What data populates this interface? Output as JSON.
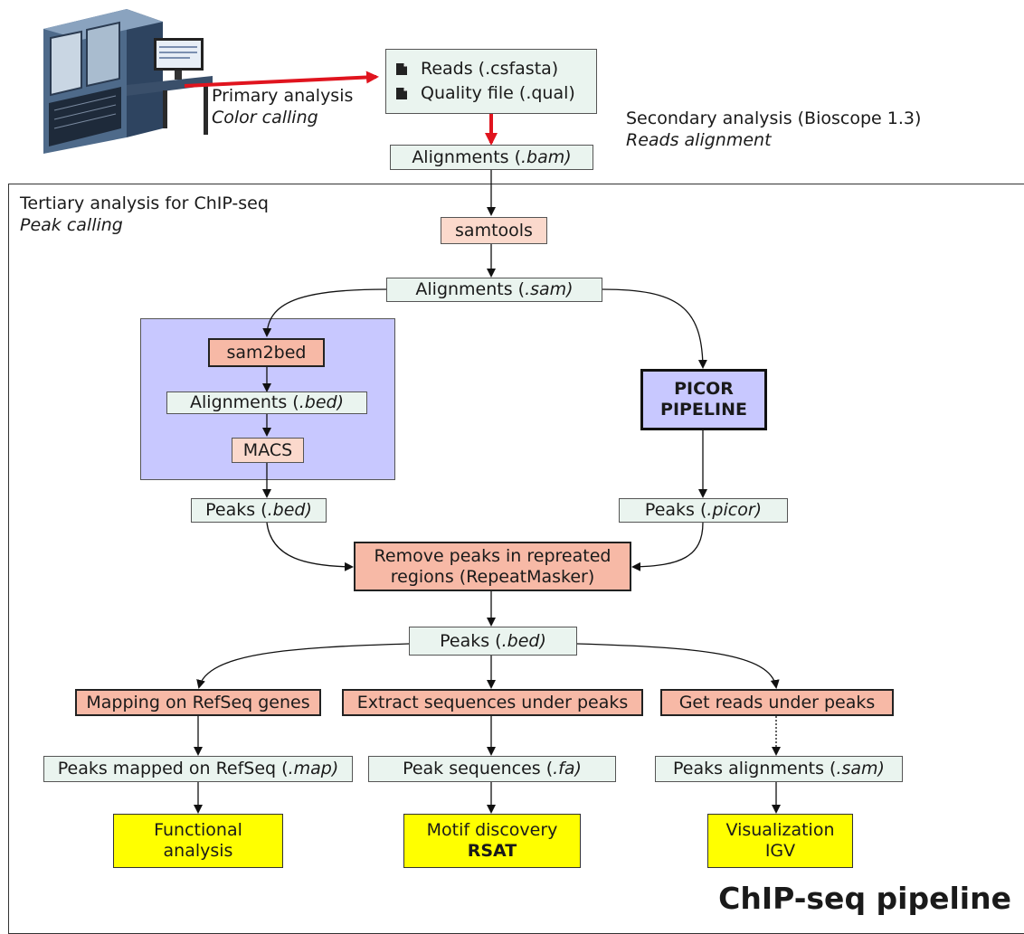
{
  "diagram": {
    "primary": {
      "title": "Primary analysis",
      "sub": "Color calling"
    },
    "reads_box": {
      "line1": "Reads (.csfasta)",
      "line2": "Quality file (.qual)"
    },
    "secondary": {
      "title": "Secondary analysis (Bioscope 1.3)",
      "sub": "Reads alignment"
    },
    "align_bam": {
      "text": "Alignments (",
      "ext": ".bam)"
    },
    "tertiary": {
      "title": "Tertiary analysis for ChIP-seq",
      "sub": "Peak calling"
    },
    "samtools": "samtools",
    "align_sam": {
      "text": "Alignments (",
      "ext": ".sam)"
    },
    "sam2bed": "sam2bed",
    "align_bed": {
      "text": "Alignments (",
      "ext": ".bed)"
    },
    "macs": "MACS",
    "picor": {
      "line1": "PICOR",
      "line2": "PIPELINE"
    },
    "peaks_bed_left": {
      "text": "Peaks (",
      "ext": ".bed)"
    },
    "peaks_picor": {
      "text": "Peaks (",
      "ext": ".picor)"
    },
    "remove": {
      "line1": "Remove peaks in repreated",
      "line2": "regions (RepeatMasker)"
    },
    "peaks_bed_mid": {
      "text": "Peaks (",
      "ext": ".bed)"
    },
    "mapping": "Mapping on RefSeq genes",
    "extract": "Extract sequences under peaks",
    "getreads": "Get reads under peaks",
    "peaks_map": {
      "text": "Peaks mapped on RefSeq (",
      "ext": ".map)"
    },
    "peak_seq": {
      "text": "Peak sequences (",
      "ext": ".fa)"
    },
    "peaks_align": {
      "text": "Peaks alignments (",
      "ext": ".sam)"
    },
    "functional": {
      "line1": "Functional",
      "line2": "analysis"
    },
    "motif": {
      "line1": "Motif discovery",
      "line2": "RSAT"
    },
    "visual": {
      "line1": "Visualization",
      "line2": "IGV"
    },
    "page_title": "ChIP-seq pipeline"
  },
  "colors": {
    "data_box": "#eaf4ef",
    "tool_box": "#fbd9cc",
    "tool_box_bold": "#f7b9a6",
    "result_box": "#ffff00",
    "group_box": "#c8c8ff",
    "red_arrow": "#e0141e"
  },
  "icons": [
    "sequencer-machine-image",
    "file-icon"
  ]
}
